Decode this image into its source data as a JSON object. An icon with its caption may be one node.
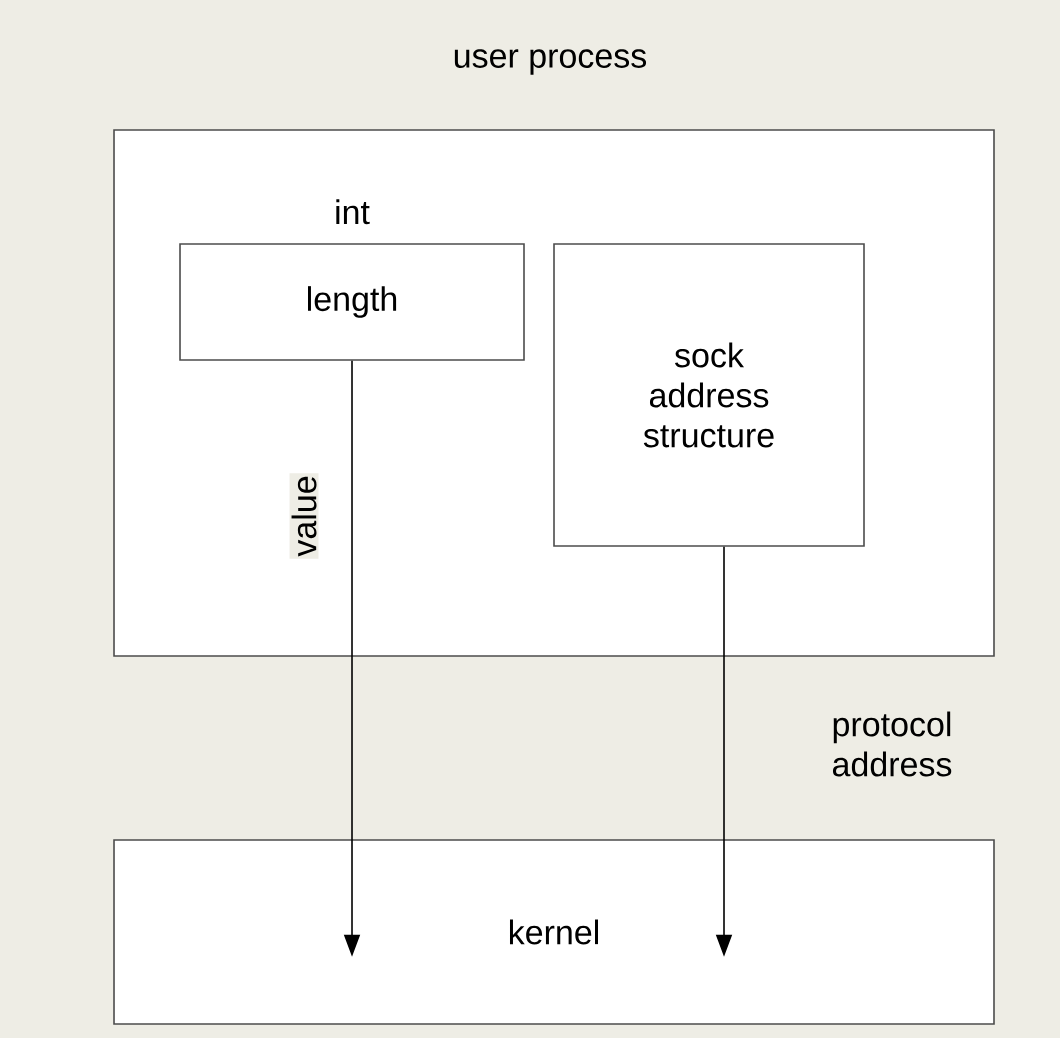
{
  "diagram": {
    "nodes": [
      {
        "text": [
          "user process"
        ]
      },
      {
        "text": [
          "length"
        ],
        "beside": [
          "int"
        ],
        "in": 0
      },
      {
        "text": [
          "sock address structure"
        ],
        "in": 0
      },
      {
        "text": [
          "kernel"
        ]
      }
    ],
    "edges": [
      {
        "from": 1,
        "to": 3,
        "arrow": "to",
        "label": "value"
      },
      {
        "from": 2,
        "to": 3,
        "arrow": "to",
        "label": "protocol address"
      }
    ]
  }
}
